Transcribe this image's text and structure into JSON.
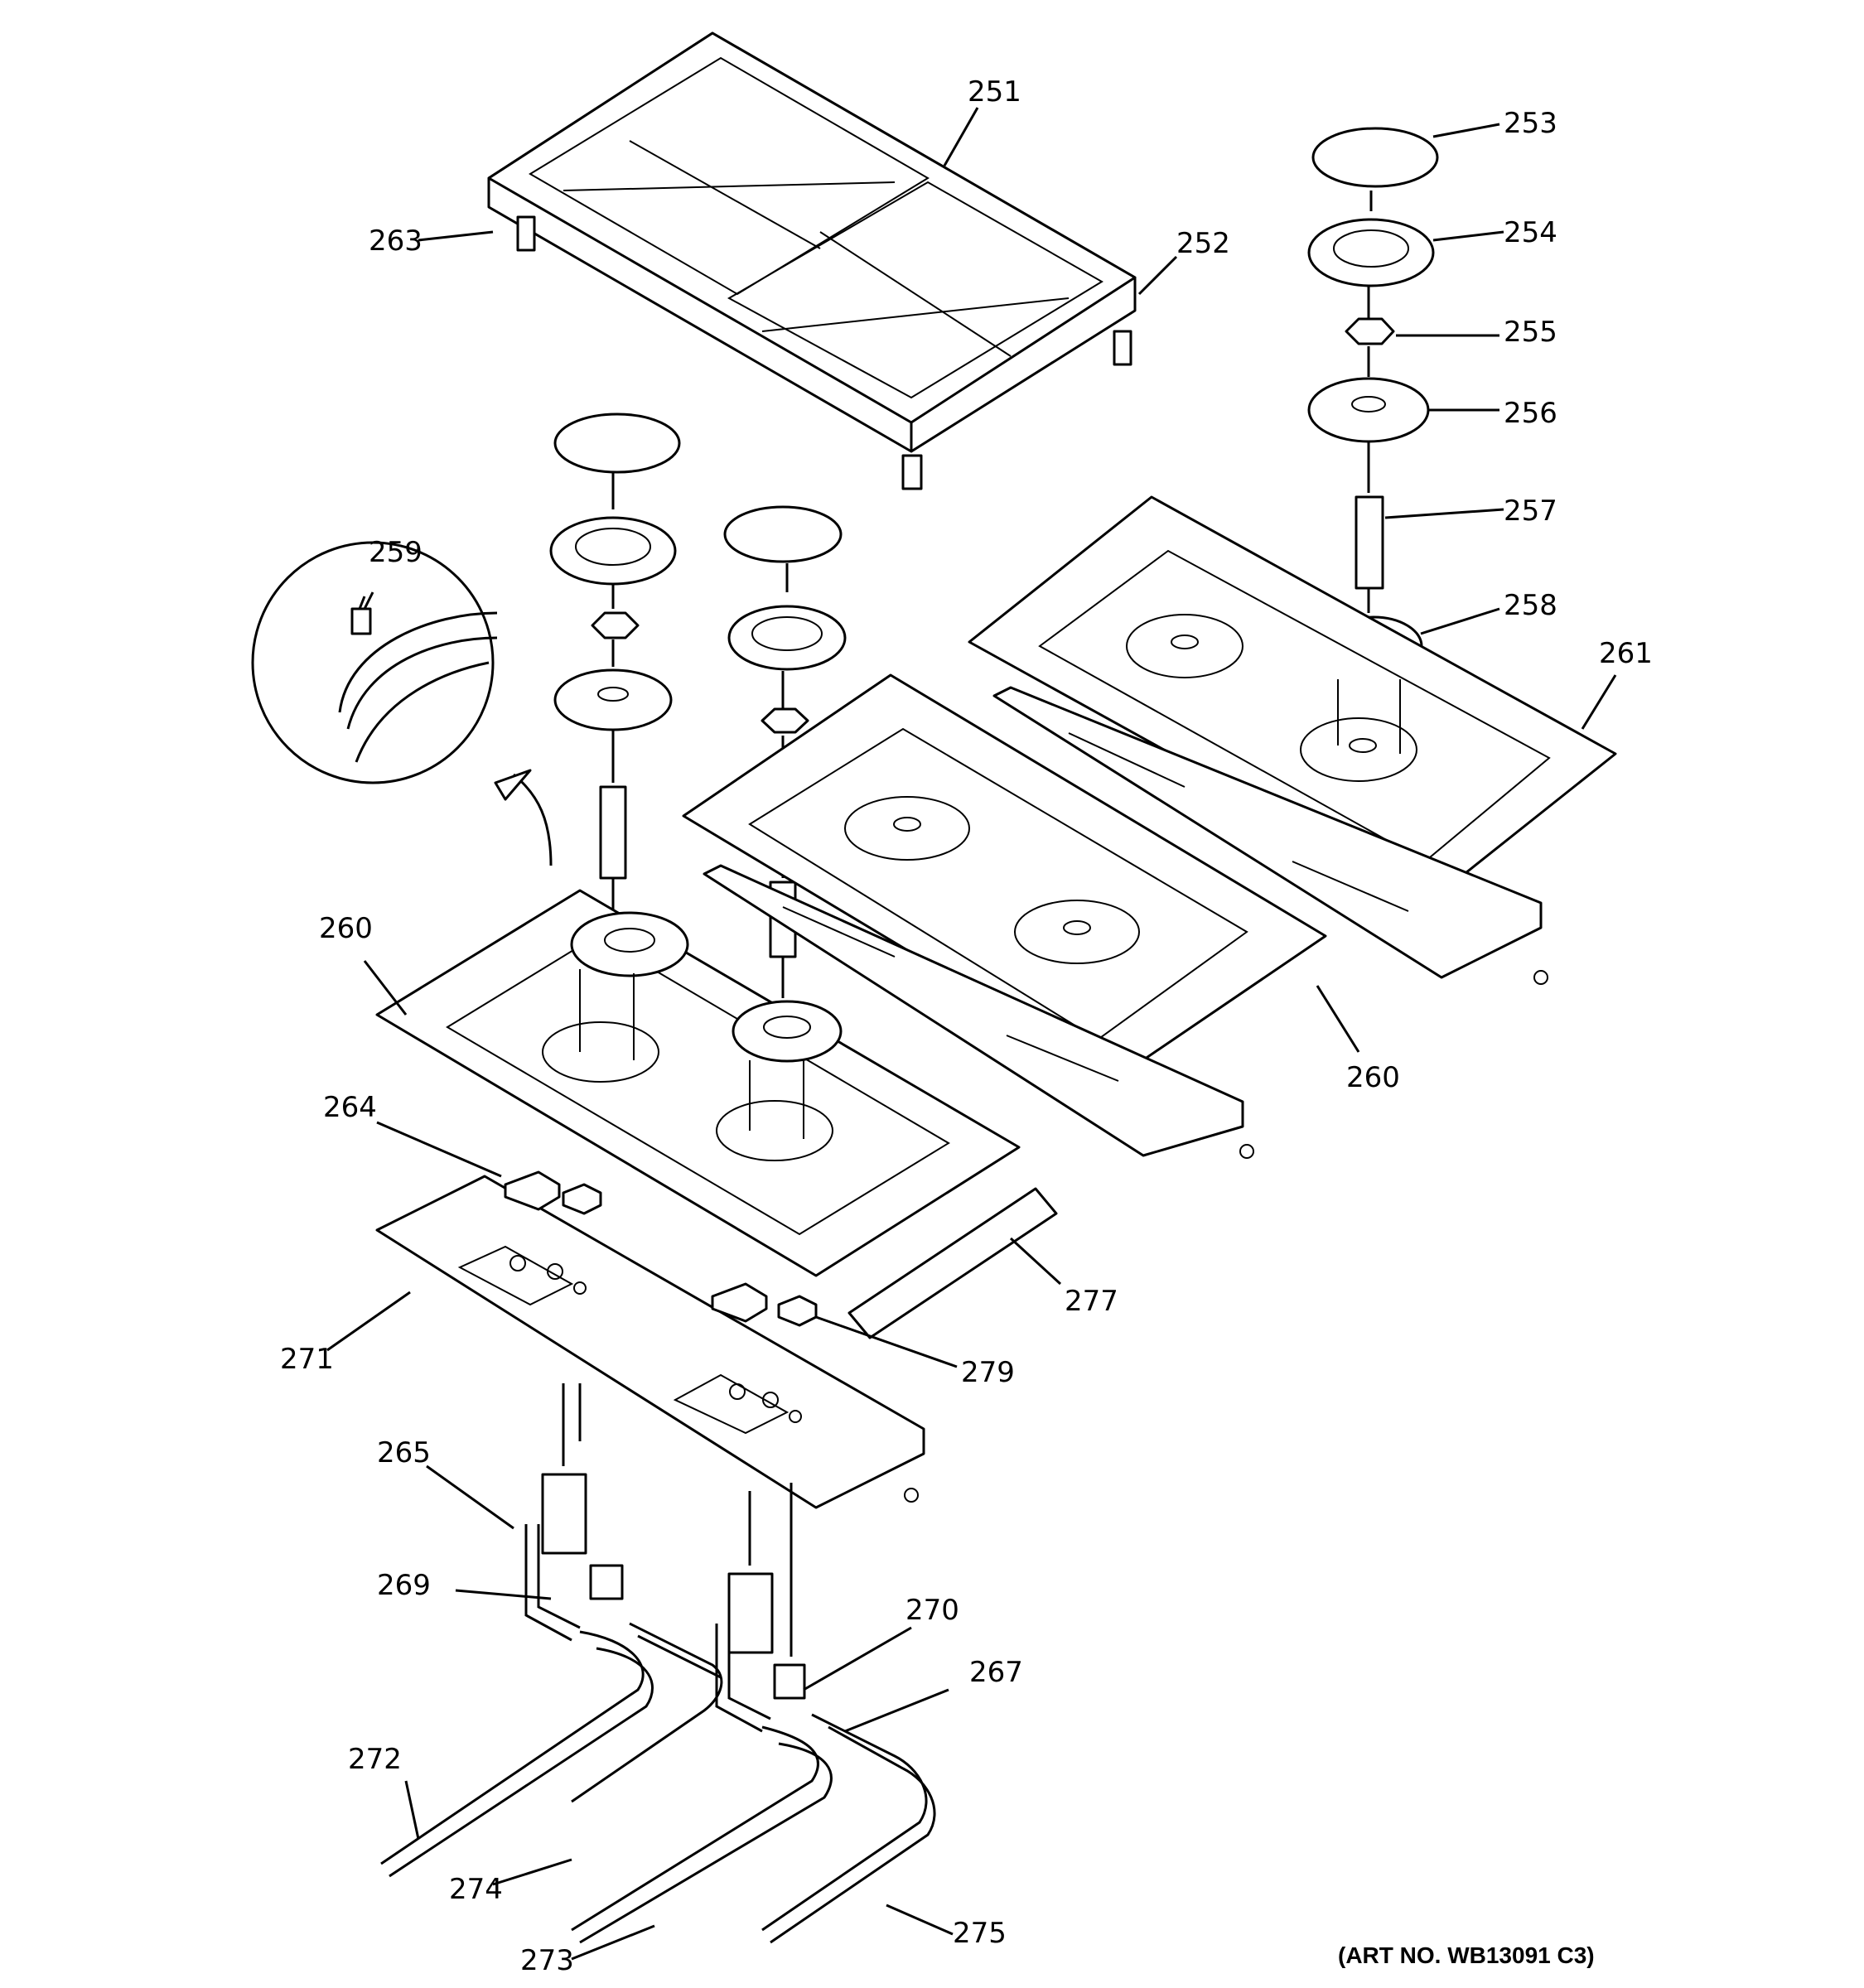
{
  "diagram": {
    "callouts": [
      "251",
      "252",
      "253",
      "254",
      "255",
      "256",
      "257",
      "258",
      "259",
      "260",
      "261",
      "263",
      "264",
      "265",
      "267",
      "269",
      "270",
      "271",
      "272",
      "273",
      "274",
      "275",
      "277",
      "279"
    ],
    "second_260": "260",
    "art_number": "(ART NO. WB13091 C3)"
  }
}
